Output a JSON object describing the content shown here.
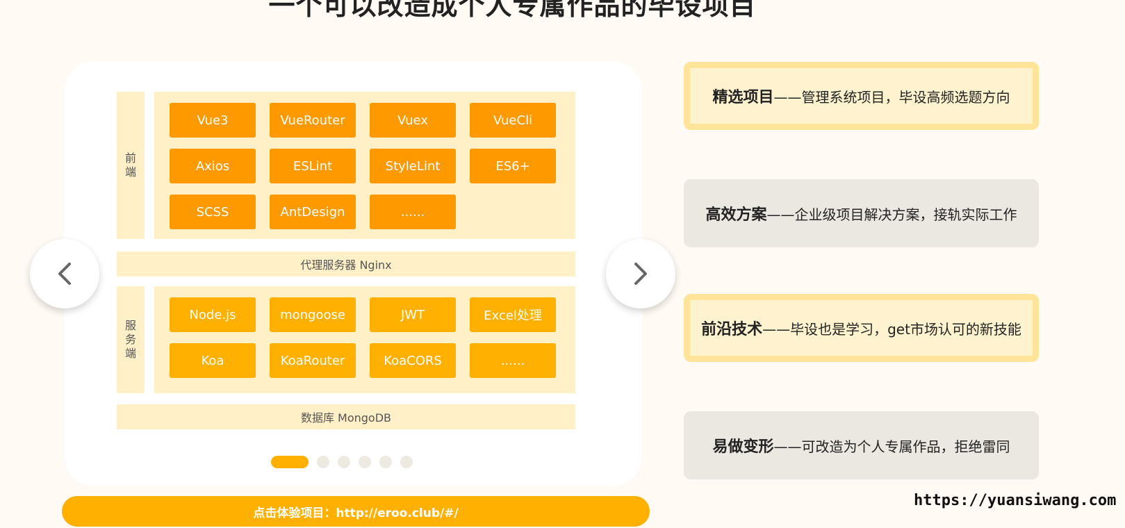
{
  "page": {
    "title": "一个可以改造成个人专属作品的毕设项目"
  },
  "diagram": {
    "frontend_label": "前端",
    "frontend_items": [
      "Vue3",
      "VueRouter",
      "Vuex",
      "VueCli",
      "Axios",
      "ESLint",
      "StyleLint",
      "ES6+",
      "SCSS",
      "AntDesign",
      "......"
    ],
    "proxy_label": "代理服务器 Nginx",
    "backend_label": "服务端",
    "backend_items": [
      "Node.js",
      "mongoose",
      "JWT",
      "Excel处理",
      "Koa",
      "KoaRouter",
      "KoaCORS",
      "......"
    ],
    "database_label": "数据库 MongoDB"
  },
  "carousel": {
    "slide_count": 6,
    "active_index": 0
  },
  "cta": {
    "label": "点击体验项目：http://eroo.club/#/"
  },
  "features": [
    {
      "title": "精选项目",
      "desc": "——管理系统项目，毕设高频选题方向"
    },
    {
      "title": "高效方案",
      "desc": "——企业级项目解决方案，接轨实际工作"
    },
    {
      "title": "前沿技术",
      "desc": "——毕设也是学习，get市场认可的新技能"
    },
    {
      "title": "易做变形",
      "desc": "——可改造为个人专属作品，拒绝雷同"
    }
  ],
  "watermark": "https://yuansiwang.com",
  "colors": {
    "accent": "#ffb000",
    "frontend_chip": "#ff9900",
    "panel": "#fff0c8"
  },
  "icons": {
    "prev": "chevron-left-icon",
    "next": "chevron-right-icon"
  }
}
